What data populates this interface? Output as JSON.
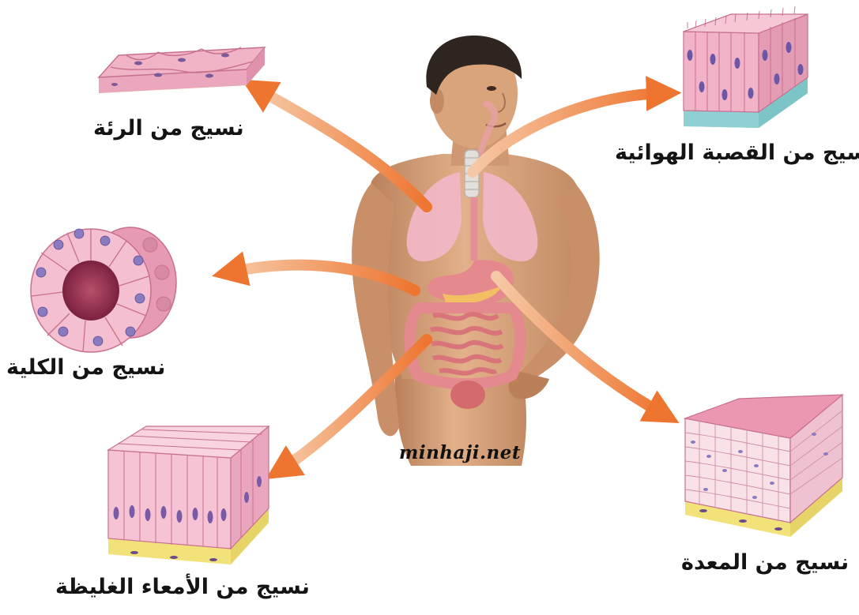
{
  "labels": {
    "lung": "نسيج من الرئة",
    "trachea": "نسيج من القصبة الهوائية",
    "kidney": "نسيج من الكلية",
    "large_intestine": "نسيج من الأمعاء الغليظة",
    "stomach": "نسيج من المعدة"
  },
  "watermark": "minhaji.net",
  "colors": {
    "arrow": "#ef7b35",
    "tissue_pink": "#f2b3c4",
    "basement_yellow": "#f5ec9a",
    "nucleus_purple": "#6b57a6",
    "skin": "#d9a27a"
  }
}
